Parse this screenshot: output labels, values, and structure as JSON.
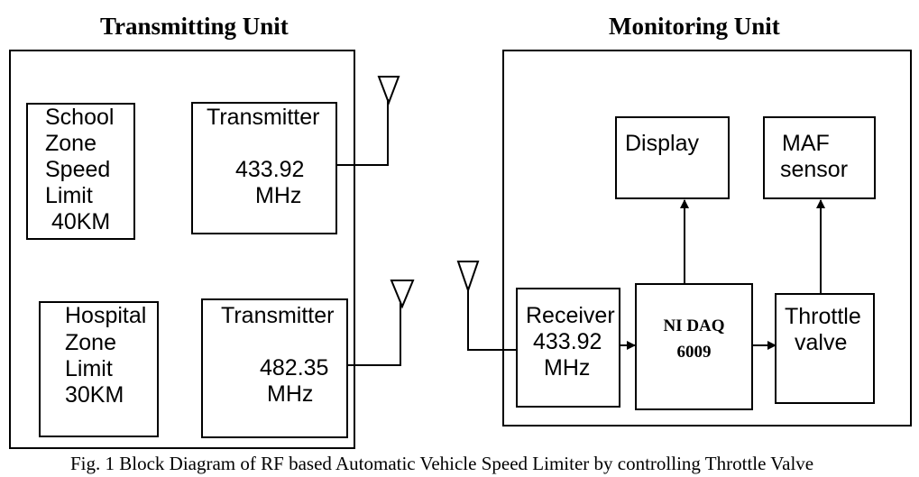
{
  "titles": {
    "transmitting": "Transmitting Unit",
    "monitoring": "Monitoring Unit"
  },
  "blocks": {
    "school_zone": [
      "School",
      "Zone",
      "Speed",
      "Limit",
      " 40KM"
    ],
    "transmitter1": [
      "Transmitter",
      "",
      "433.92",
      "MHz"
    ],
    "hospital_zone": [
      "Hospital",
      "Zone",
      "Limit",
      "30KM"
    ],
    "transmitter2": [
      "Transmitter",
      "",
      "482.35",
      "MHz"
    ],
    "receiver": [
      "Receiver",
      "433.92",
      "MHz"
    ],
    "ni_daq": [
      "NI DAQ",
      "6009"
    ],
    "throttle": [
      "Throttle",
      "valve"
    ],
    "display": [
      "Display"
    ],
    "maf": [
      "MAF",
      "sensor"
    ]
  },
  "caption": "Fig. 1 Block Diagram of RF based Automatic Vehicle Speed Limiter by controlling Throttle Valve"
}
